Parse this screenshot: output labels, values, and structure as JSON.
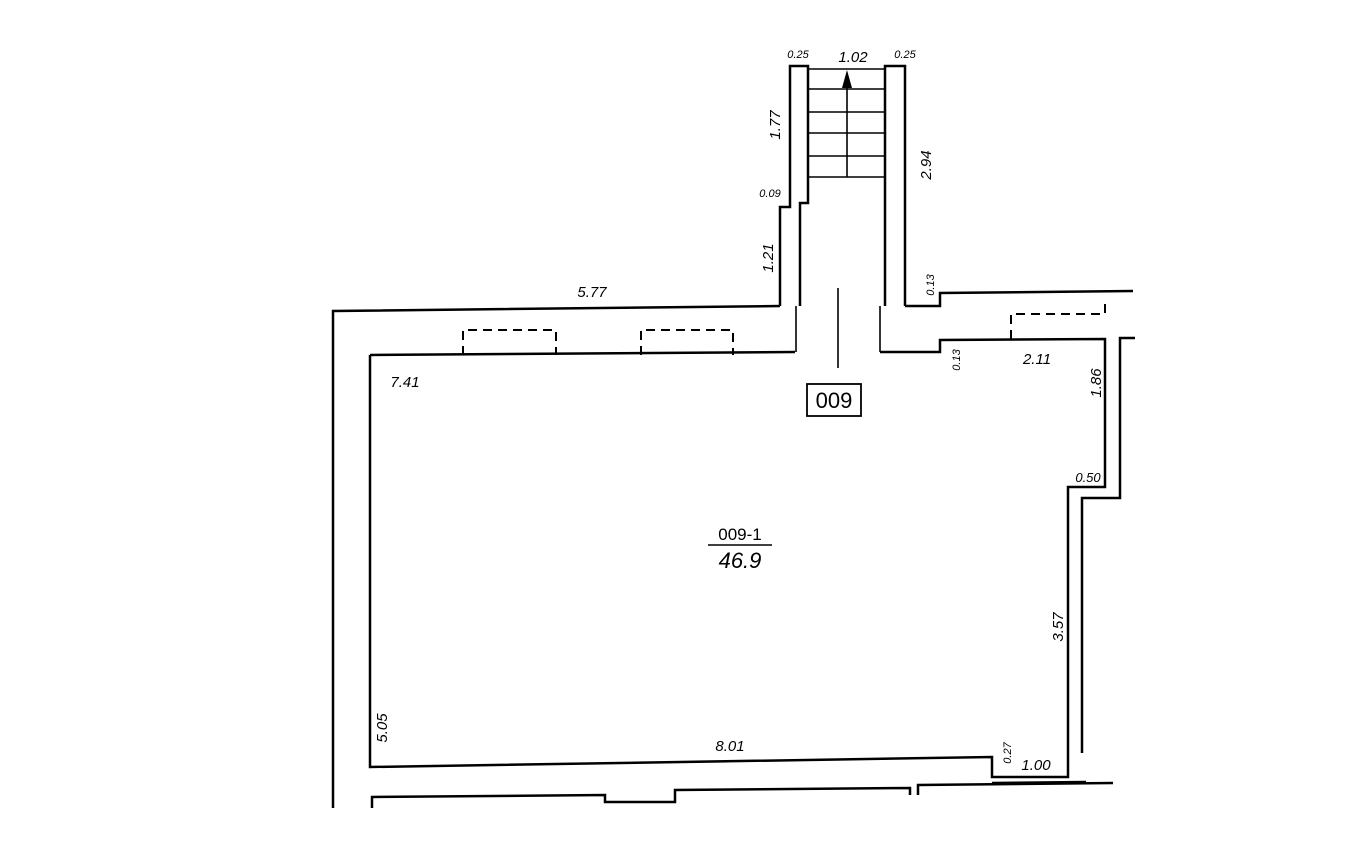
{
  "plan": {
    "unit_label": "009",
    "room": {
      "code": "009-1",
      "area": "46.9"
    },
    "dimensions": {
      "stair_wall_left": "0.25",
      "stair_width": "1.02",
      "stair_wall_right": "0.25",
      "stair_left_upper": "1.77",
      "stair_step": "0.09",
      "stair_left_lower": "1.21",
      "stair_right": "2.94",
      "wall_step_top": "0.13",
      "wall_step_inner": "0.13",
      "top_left_wall": "5.77",
      "room_top": "7.41",
      "right_top": "2.11",
      "right_upper": "1.86",
      "right_offset": "0.50",
      "right_lower": "3.57",
      "left": "5.05",
      "bottom": "8.01",
      "bottom_step": "0.27",
      "bottom_right": "1.00"
    }
  }
}
